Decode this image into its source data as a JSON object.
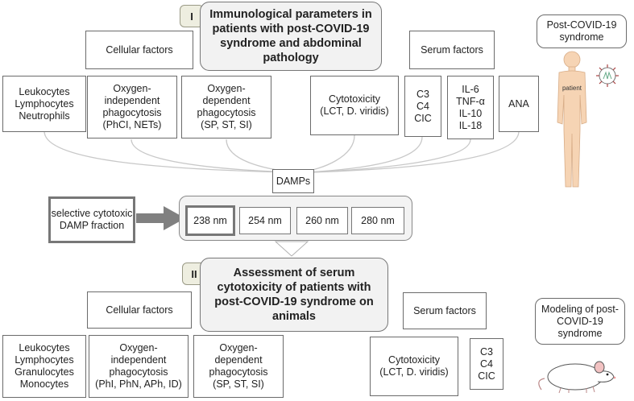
{
  "section_1": {
    "badge": "I",
    "title": "Immunological parameters in patients with post-COVID-19 syndrome and abdominal pathology",
    "cellular_header": "Cellular factors",
    "serum_header": "Serum factors",
    "boxes": [
      {
        "lines": [
          "Leukocytes",
          "Lymphocytes",
          "Neutrophils"
        ]
      },
      {
        "lines": [
          "Oxygen-",
          "independent",
          "phagocytosis",
          "(PhCI, NETs)"
        ]
      },
      {
        "lines": [
          "Oxygen-",
          "dependent",
          "phagocytosis",
          "(SP, ST, SI)"
        ]
      },
      {
        "lines": [
          "Cytotoxicity",
          "(LCT, D. viridis)"
        ]
      },
      {
        "lines": [
          "C3",
          "C4",
          "CIC"
        ]
      },
      {
        "lines": [
          "IL-6",
          "TNF-α",
          "IL-10",
          "IL-18"
        ]
      },
      {
        "lines": [
          "ANA"
        ]
      }
    ],
    "side_label": "Post-COVID-19 syndrome",
    "patient_label": "patient"
  },
  "damps": "DAMPs",
  "selective_label": "selective cytotoxic DAMP fraction",
  "wavelengths": [
    "238 nm",
    "254 nm",
    "260 nm",
    "280 nm"
  ],
  "section_2": {
    "badge": "II",
    "title": "Assessment of serum cytotoxicity of patients with post-COVID-19 syndrome on animals",
    "cellular_header": "Cellular factors",
    "serum_header": "Serum factors",
    "boxes": [
      {
        "lines": [
          "Leukocytes",
          "Lymphocytes",
          "Granulocytes",
          "Monocytes"
        ]
      },
      {
        "lines": [
          "Oxygen-",
          "independent",
          "phagocytosis",
          "(PhI, PhN, APh, ID)"
        ]
      },
      {
        "lines": [
          "Oxygen-",
          "dependent",
          "phagocytosis",
          "(SP, ST, SI)"
        ]
      },
      {
        "lines": [
          "Cytotoxicity",
          "(LCT, D. viridis)"
        ]
      },
      {
        "lines": [
          "C3",
          "C4",
          "CIC"
        ]
      }
    ],
    "side_label": "Modeling of post-COVID-19 syndrome"
  },
  "colors": {
    "border": "#6b6b6b",
    "title_fill": "#f2f2f2",
    "badge_fill": "#eeeee0",
    "connector": "#c8c8c8",
    "arrow": "#808080",
    "skin": "#f6d4b4"
  },
  "icons": [
    "human-silhouette-icon",
    "virus-icon",
    "mouse-icon",
    "block-arrow-right-icon",
    "down-chevron-arrow-icon"
  ]
}
